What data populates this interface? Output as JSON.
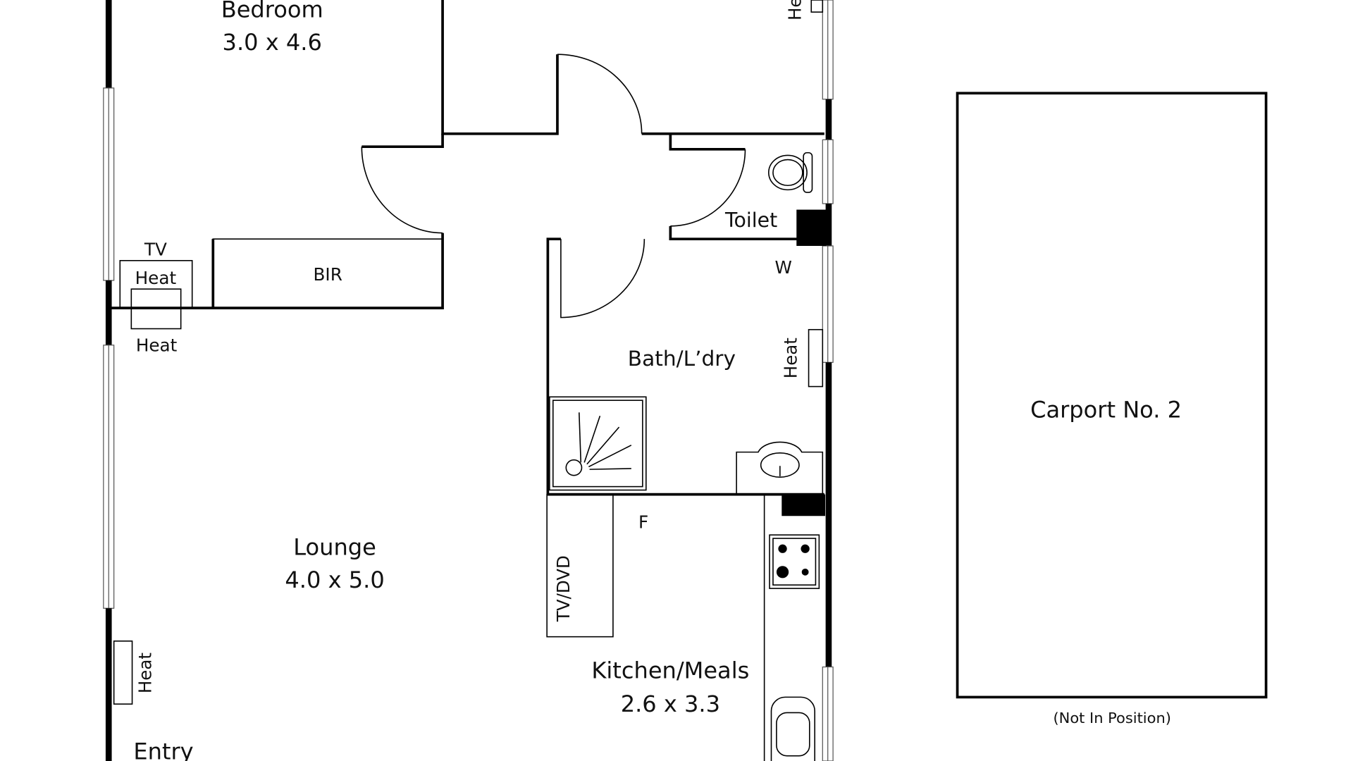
{
  "rooms": {
    "bedroom": {
      "name": "Bedroom",
      "size": "3.0 x 4.6"
    },
    "bir": {
      "name": "BIR"
    },
    "toilet": {
      "name": "Toilet"
    },
    "bath": {
      "name": "Bath/L’dry"
    },
    "lounge": {
      "name": "Lounge",
      "size": "4.0 x 5.0"
    },
    "kitchen": {
      "name": "Kitchen/Meals",
      "size": "2.6 x 3.3"
    },
    "entry": {
      "name": "Entry"
    },
    "carport": {
      "name": "Carport No. 2",
      "note": "(Not In Position)"
    }
  },
  "fixtures": {
    "tv": "TV",
    "heat": "Heat",
    "washer": "W",
    "fridge": "F",
    "tv_dvd": "TV/DVD"
  }
}
